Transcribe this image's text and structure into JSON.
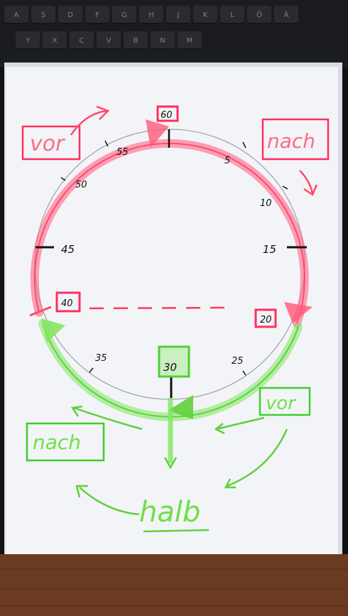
{
  "keyboard": {
    "row1": [
      "A",
      "S",
      "D",
      "F",
      "G",
      "H",
      "J",
      "K",
      "L",
      "Ö",
      "Ä"
    ],
    "row2": [
      "Y",
      "X",
      "C",
      "V",
      "B",
      "N",
      "M"
    ]
  },
  "clock": {
    "top": "60",
    "minutes": [
      "5",
      "10",
      "15",
      "20",
      "25",
      "30",
      "35",
      "40",
      "45",
      "50",
      "55"
    ]
  },
  "labels": {
    "vor_top": "vor",
    "nach_top": "nach",
    "vor_bottom": "vor",
    "nach_bottom": "nach",
    "halb": "halb"
  },
  "colors": {
    "red": "#ff5a78",
    "green": "#7fe65a",
    "paper": "#f3f4f8"
  }
}
